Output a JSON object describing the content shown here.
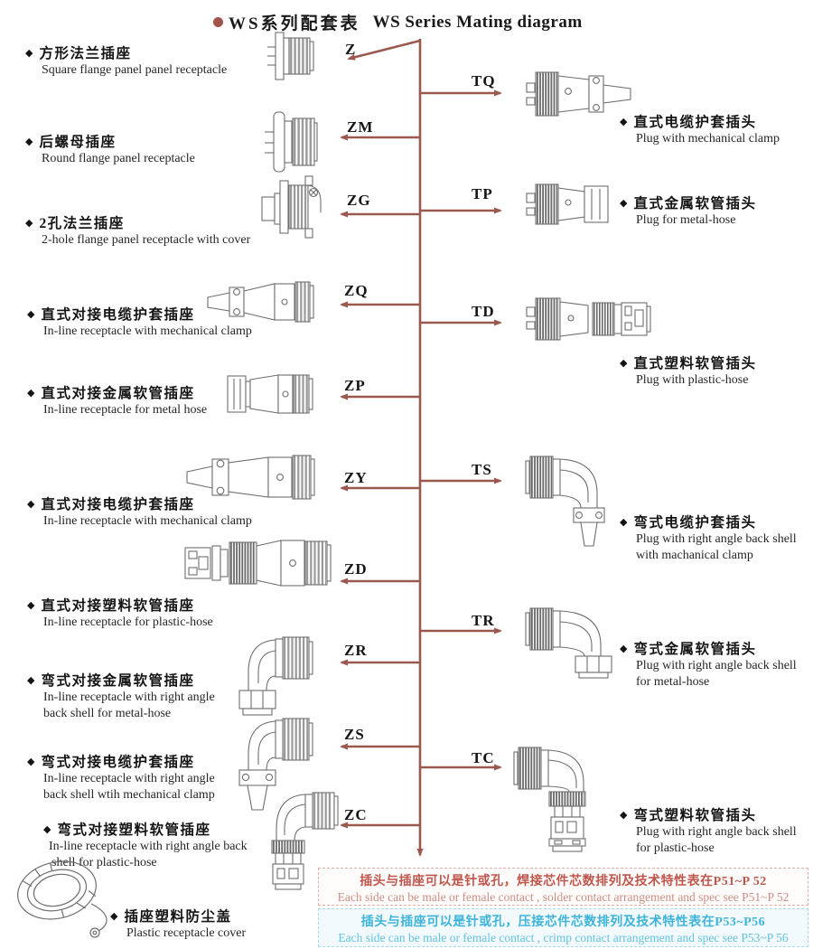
{
  "title": {
    "dot": "●",
    "cn": "WS系列配套表",
    "en": "WS  Series Mating diagram"
  },
  "ui": {
    "diamond": "◆"
  },
  "colors": {
    "diagram_line": "#9b584e",
    "title_dot": "#a2544a",
    "note_solder_cn": "#bf564c",
    "note_solder_en": "#cd8d84",
    "note_crimp_cn": "#3fb4da",
    "note_crimp_en": "#63c3e2",
    "drawing_stroke": "#6e6e6e"
  },
  "left_items": [
    {
      "code": "Z",
      "cn": "方形法兰插座",
      "en": [
        "Square flange panel panel receptacle"
      ]
    },
    {
      "code": "ZM",
      "cn": "后螺母插座",
      "en": [
        "Round flange panel receptacle"
      ]
    },
    {
      "code": "ZG",
      "cn": "2孔法兰插座",
      "en": [
        "2-hole flange panel receptacle with cover"
      ]
    },
    {
      "code": "ZQ",
      "cn": "直式对接电缆护套插座",
      "en": [
        "In-line receptacle with mechanical clamp"
      ]
    },
    {
      "code": "ZP",
      "cn": "直式对接金属软管插座",
      "en": [
        "In-line receptacle for metal hose"
      ]
    },
    {
      "code": "ZY",
      "cn": "直式对接电缆护套插座",
      "en": [
        "In-line receptacle with mechanical clamp"
      ]
    },
    {
      "code": "ZD",
      "cn": "直式对接塑料软管插座",
      "en": [
        "In-line receptacle for plastic-hose"
      ]
    },
    {
      "code": "ZR",
      "cn": "弯式对接金属软管插座",
      "en": [
        "In-line receptacle with right angle",
        "back shell for metal-hose"
      ]
    },
    {
      "code": "ZS",
      "cn": "弯式对接电缆护套插座",
      "en": [
        "In-line receptacle with right angle",
        "back shell wtih mechanical clamp"
      ]
    },
    {
      "code": "ZC",
      "cn": "弯式对接塑料软管插座",
      "en": [
        "In-line receptacle with right angle back",
        "shell for plastic-hose"
      ]
    }
  ],
  "accessory": {
    "cn": "插座塑料防尘盖",
    "en": "Plastic receptacle cover"
  },
  "right_items": [
    {
      "code": "TQ",
      "cn": "直式电缆护套插头",
      "en": [
        "Plug with mechanical clamp"
      ]
    },
    {
      "code": "TP",
      "cn": "直式金属软管插头",
      "en": [
        "Plug for metal-hose"
      ]
    },
    {
      "code": "TD",
      "cn": "直式塑料软管插头",
      "en": [
        "Plug with plastic-hose"
      ]
    },
    {
      "code": "TS",
      "cn": "弯式电缆护套插头",
      "en": [
        "Plug with right angle back shell",
        "with machanical clamp"
      ]
    },
    {
      "code": "TR",
      "cn": "弯式金属软管插头",
      "en": [
        "Plug with right angle back shell",
        "for metal-hose"
      ]
    },
    {
      "code": "TC",
      "cn": "弯式塑料软管插头",
      "en": [
        "Plug with right angle back shell",
        "for plastic-hose"
      ]
    }
  ],
  "notes": [
    {
      "cn": "插头与插座可以是针或孔，焊接芯件芯数排列及技术特性表在P51~P 52",
      "en": "Each side can be male or female contact , solder contact arrangement and spec see  P51~P 52"
    },
    {
      "cn": "插头与插座可以是针或孔，压接芯件芯数排列及技术特性表在P53~P56",
      "en": "Each side can be male or female contact , crimp contact arrangement and spec see  P53~P 56"
    }
  ]
}
